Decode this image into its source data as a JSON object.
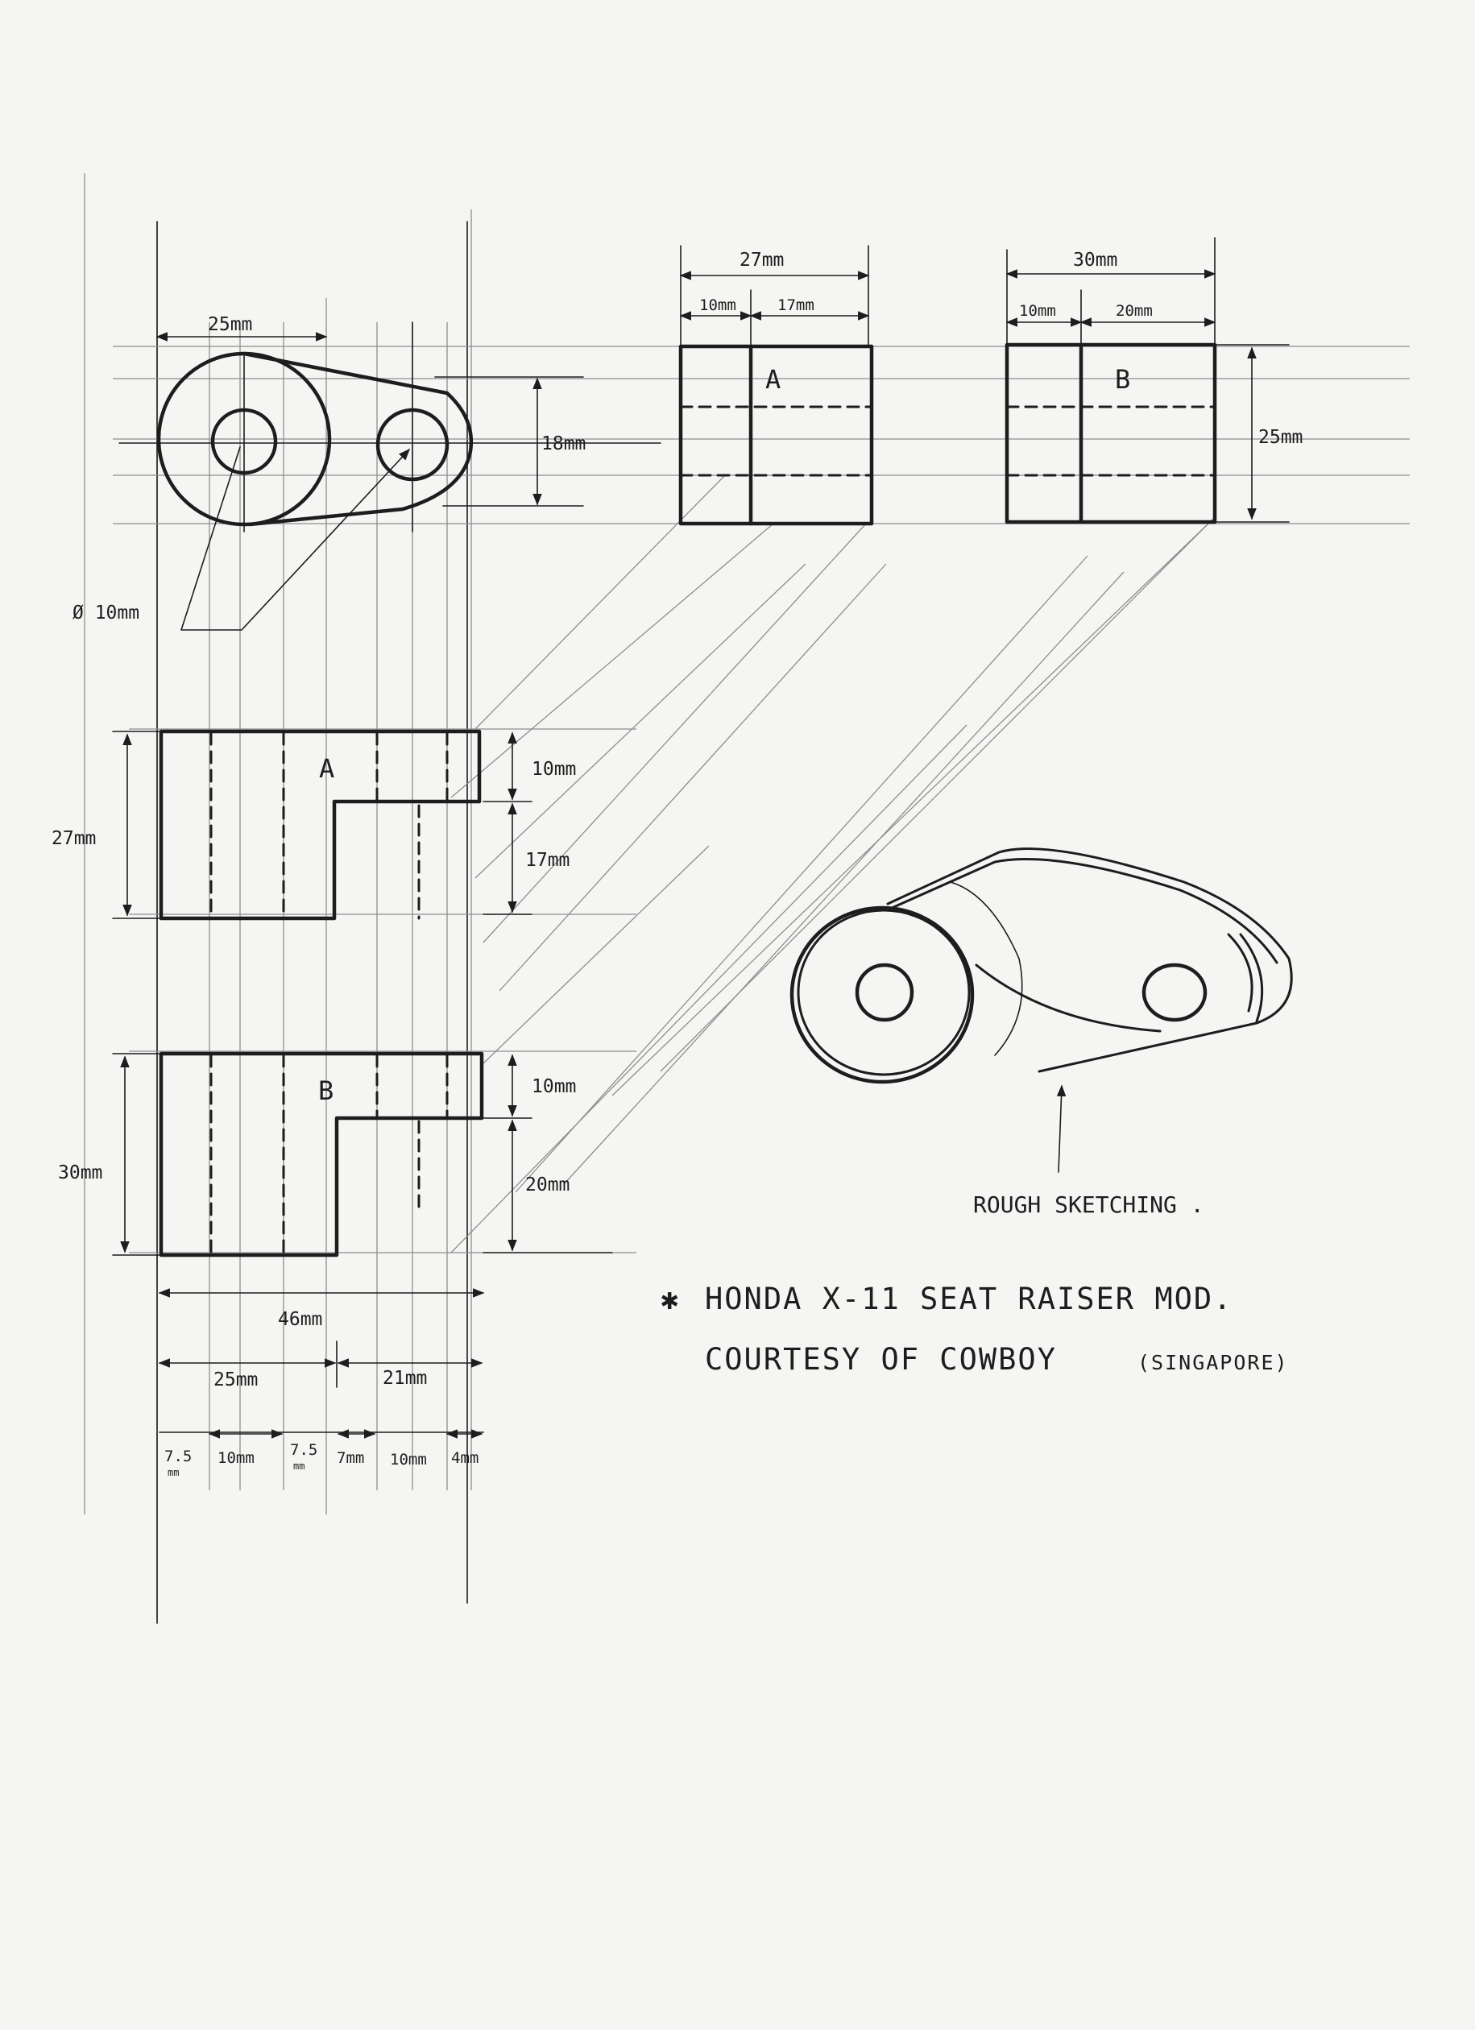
{
  "front": {
    "width": "25mm",
    "height": "18mm",
    "hole": "Ø 10mm"
  },
  "side_a": {
    "overall": "27mm",
    "left": "10mm",
    "right": "17mm",
    "label": "A"
  },
  "side_b": {
    "overall": "30mm",
    "left": "10mm",
    "right": "20mm",
    "height": "25mm",
    "label": "B"
  },
  "plan_a": {
    "label": "A",
    "height": "27mm",
    "top_step": "10mm",
    "bottom_step": "17mm"
  },
  "plan_b": {
    "label": "B",
    "height": "30mm",
    "top_step": "10mm",
    "bottom_step": "20mm"
  },
  "bottom_dims": {
    "overall": "46mm",
    "left": "25mm",
    "right": "21mm",
    "small": [
      [
        "7.5",
        "mm"
      ],
      "10mm",
      [
        "7.5",
        "mm"
      ],
      "7mm",
      "10mm",
      "4mm"
    ]
  },
  "sketch_label": "ROUGH SKETCHING .",
  "notes": {
    "star": "✱",
    "line1": "HONDA X-11 SEAT RAISER MOD.",
    "line2": "COURTESY OF COWBOY",
    "line2b": "(SINGAPORE)"
  }
}
